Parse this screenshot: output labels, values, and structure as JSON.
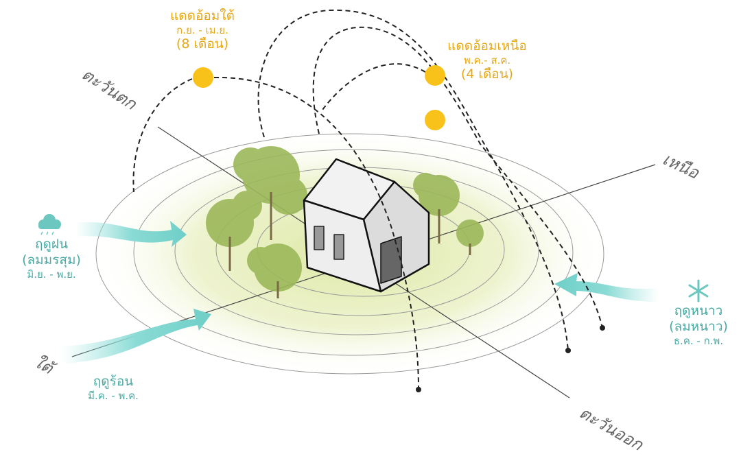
{
  "sun_south": {
    "title": "แดดอ้อมใต้",
    "months": "ก.ย. - เม.ย.",
    "duration": "(8 เดือน)"
  },
  "sun_north": {
    "title": "แดดอ้อมเหนือ",
    "months": "พ.ค.- ส.ค.",
    "duration": "(4 เดือน)"
  },
  "directions": {
    "west": "ตะวันตก",
    "north": "เหนือ",
    "south": "ใต้",
    "east": "ตะวันออก"
  },
  "rainy": {
    "title": "ฤดูฝน",
    "subtitle": "(ลมมรสุม)",
    "months": "มิ.ย. - พ.ย.",
    "icon": "rain-cloud-icon"
  },
  "summer": {
    "title": "ฤดูร้อน",
    "months": "มี.ค. - พ.ค."
  },
  "winter": {
    "title": "ฤดูหนาว",
    "subtitle": "(ลมหนาว)",
    "months": "ธ.ค. - ก.พ.",
    "icon": "snowflake-icon"
  },
  "colors": {
    "sun": "#f9c21b",
    "text_sun": "#e6a817",
    "wind": "#7fd6d0",
    "text_season": "#4aa9a3",
    "tree": "#9cb85a"
  }
}
